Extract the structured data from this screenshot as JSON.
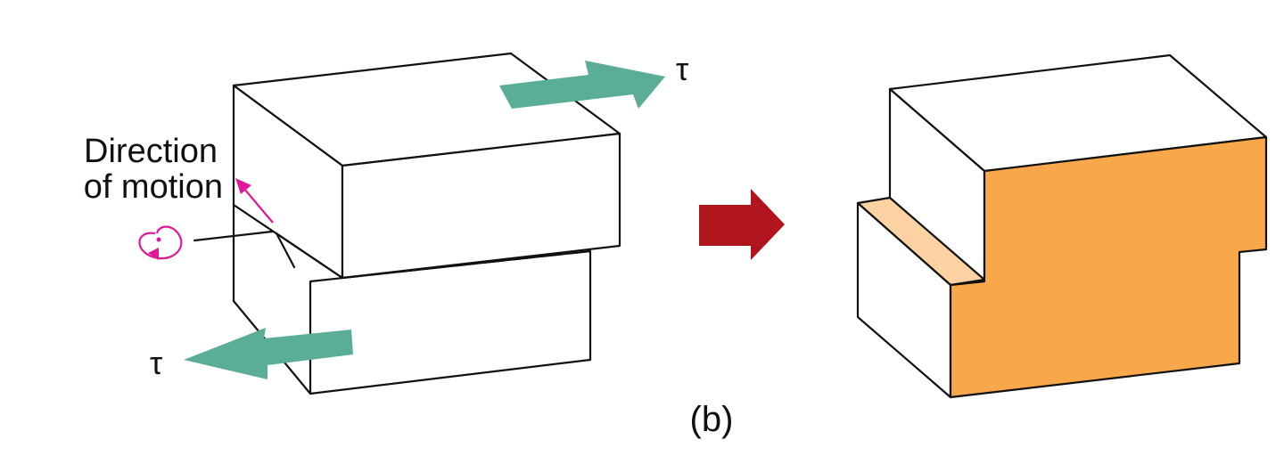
{
  "figure": {
    "labels": {
      "direction": "Direction",
      "of_motion": "of motion",
      "tau_top": "τ",
      "tau_bottom": "τ",
      "panel": "(b)"
    },
    "colors": {
      "shear_arrow": "#5aae98",
      "transition_arrow": "#b0141c",
      "slip_face": "#f8a84a",
      "step_face": "#fcd2a2",
      "dislocation": "#e0189a",
      "block_fill": "#ffffff",
      "outline": "#111111"
    }
  }
}
